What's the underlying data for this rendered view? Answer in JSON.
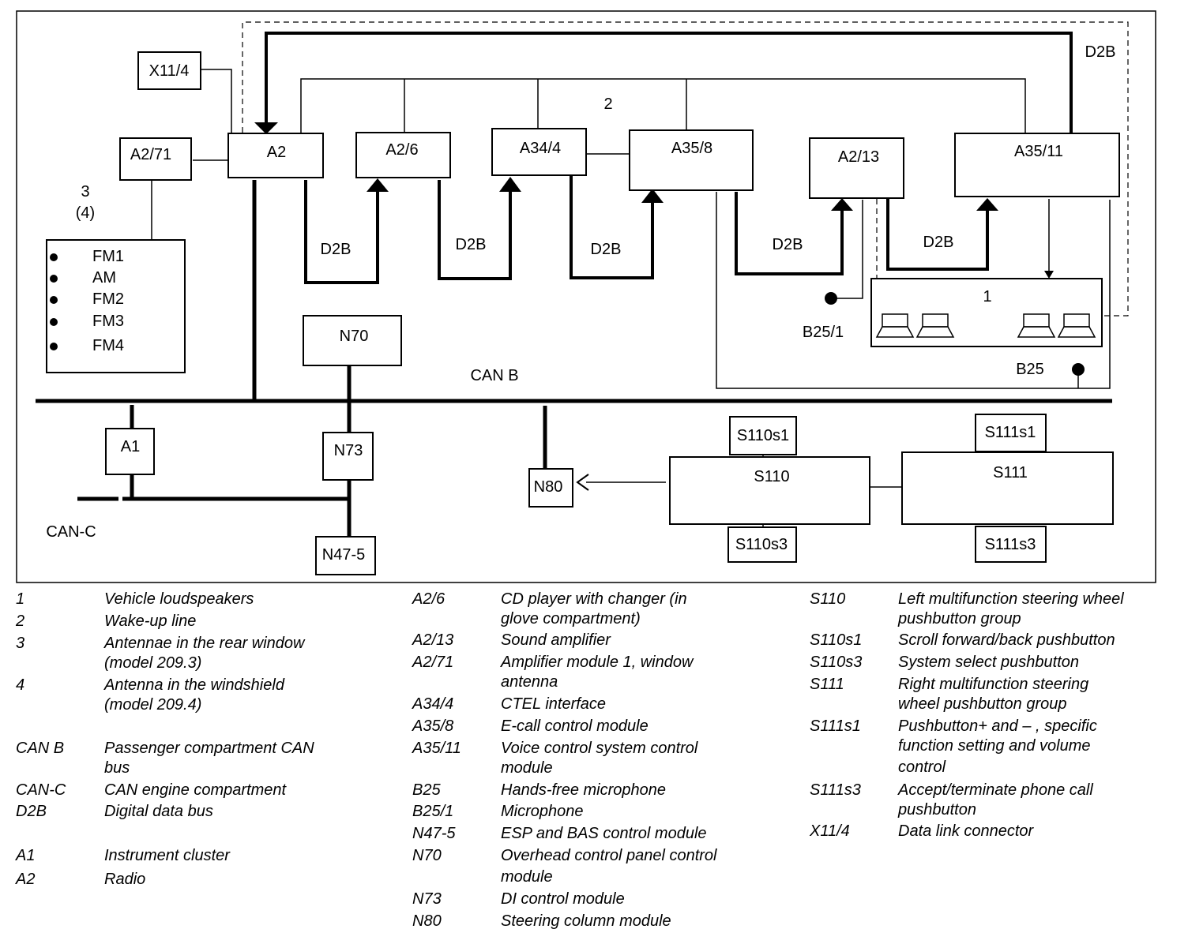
{
  "diagram": {
    "boxes": {
      "x11_4": "X11/4",
      "a2_71": "A2/71",
      "a2": "A2",
      "a2_6": "A2/6",
      "a34_4": "A34/4",
      "a35_8": "A35/8",
      "a2_13": "A2/13",
      "a35_11": "A35/11",
      "n70": "N70",
      "a1": "A1",
      "n73": "N73",
      "n47_5": "N47-5",
      "n80": "N80",
      "s110": "S110",
      "s110s1": "S110s1",
      "s110s3": "S110s3",
      "s111": "S111",
      "s111s1": "S111s1",
      "s111s3": "S111s3",
      "speakers": "1"
    },
    "antenna_list": [
      "FM1",
      "AM",
      "FM2",
      "FM3",
      "FM4"
    ],
    "labels": {
      "d2b": "D2B",
      "wake_up": "2",
      "antenna_num": "3",
      "antenna_num_alt": "(4)",
      "can_b": "CAN B",
      "can_c": "CAN-C",
      "b25": "B25",
      "b25_1": "B25/1"
    }
  },
  "legend": {
    "col1": [
      {
        "code": "1",
        "desc": [
          "Vehicle loudspeakers"
        ]
      },
      {
        "code": "2",
        "desc": [
          "Wake-up line"
        ]
      },
      {
        "code": "3",
        "desc": [
          "Antennae in the rear window",
          "(model 209.3)"
        ]
      },
      {
        "code": "4",
        "desc": [
          "Antenna in the windshield",
          "(model 209.4)"
        ]
      },
      {
        "code": "CAN B",
        "desc": [
          "Passenger compartment CAN",
          "bus"
        ]
      },
      {
        "code": "CAN-C",
        "desc": [
          "CAN engine compartment"
        ]
      },
      {
        "code": "D2B",
        "desc": [
          "Digital data bus"
        ]
      },
      {
        "code": "A1",
        "desc": [
          "Instrument cluster"
        ]
      },
      {
        "code": "A2",
        "desc": [
          "Radio"
        ]
      }
    ],
    "col2": [
      {
        "code": "A2/6",
        "desc": [
          "CD player with changer (in",
          "glove compartment)"
        ]
      },
      {
        "code": "A2/13",
        "desc": [
          "Sound amplifier"
        ]
      },
      {
        "code": "A2/71",
        "desc": [
          "Amplifier module 1, window",
          "antenna"
        ]
      },
      {
        "code": "A34/4",
        "desc": [
          "CTEL interface"
        ]
      },
      {
        "code": "A35/8",
        "desc": [
          "E-call control module"
        ]
      },
      {
        "code": "A35/11",
        "desc": [
          "Voice control system control",
          "module"
        ]
      },
      {
        "code": "B25",
        "desc": [
          "Hands-free microphone"
        ]
      },
      {
        "code": "B25/1",
        "desc": [
          "Microphone"
        ]
      },
      {
        "code": "N47-5",
        "desc": [
          "ESP and BAS control module"
        ]
      },
      {
        "code": "N70",
        "desc": [
          "Overhead control panel control",
          "module"
        ]
      },
      {
        "code": "N73",
        "desc": [
          "DI control module"
        ]
      },
      {
        "code": "N80",
        "desc": [
          "Steering column module"
        ]
      }
    ],
    "col3": [
      {
        "code": "S110",
        "desc": [
          "Left multifunction steering wheel",
          "pushbutton group"
        ]
      },
      {
        "code": "S110s1",
        "desc": [
          "Scroll forward/back pushbutton"
        ]
      },
      {
        "code": "S110s3",
        "desc": [
          "System select pushbutton"
        ]
      },
      {
        "code": "S111",
        "desc": [
          "Right multifunction steering",
          "wheel pushbutton group"
        ]
      },
      {
        "code": "S111s1",
        "desc": [
          "Pushbutton+ and  – , specific",
          "function setting and volume",
          "control"
        ]
      },
      {
        "code": "S111s3",
        "desc": [
          "Accept/terminate phone call",
          "pushbutton"
        ]
      },
      {
        "code": "X11/4",
        "desc": [
          "Data link connector"
        ]
      }
    ]
  }
}
